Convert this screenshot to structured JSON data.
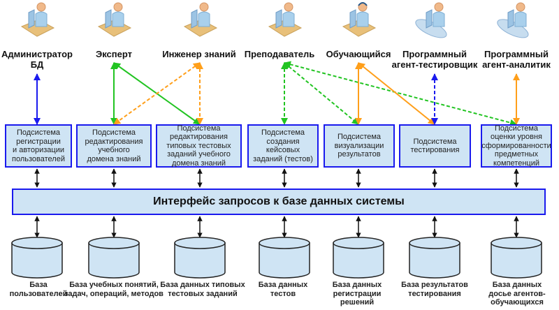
{
  "actors": [
    {
      "id": "admin",
      "label_line1": "Администратор",
      "label_line2": "БД",
      "icon": "user-at-desk-icon"
    },
    {
      "id": "expert",
      "label_line1": "Эксперт",
      "label_line2": "",
      "icon": "user-at-desk-icon"
    },
    {
      "id": "engineer",
      "label_line1": "Инженер знаний",
      "label_line2": "",
      "icon": "user-at-desk-icon"
    },
    {
      "id": "teacher",
      "label_line1": "Преподаватель",
      "label_line2": "",
      "icon": "user-at-desk-icon"
    },
    {
      "id": "learner",
      "label_line1": "Обучающийся",
      "label_line2": "",
      "icon": "user-with-headset-icon"
    },
    {
      "id": "agent-tester",
      "label_line1": "Программный",
      "label_line2": "агент-тестировщик",
      "icon": "software-agent-icon"
    },
    {
      "id": "agent-analyst",
      "label_line1": "Программный",
      "label_line2": "агент-аналитик",
      "icon": "software-agent-icon"
    }
  ],
  "subsystems": [
    {
      "id": "s1",
      "lines": [
        "Подсистема",
        "регистрации",
        "и авторизации",
        "пользователей"
      ]
    },
    {
      "id": "s2",
      "lines": [
        "Подсистема",
        "редактирования",
        "учебного",
        "домена знаний"
      ]
    },
    {
      "id": "s3",
      "lines": [
        "Подсистема",
        "редактирования",
        "типовых тестовых",
        "заданий учебного",
        "домена знаний"
      ]
    },
    {
      "id": "s4",
      "lines": [
        "Подсистема",
        "создания кейсовых",
        "заданий (тестов)"
      ]
    },
    {
      "id": "s5",
      "lines": [
        "Подсистема",
        "визуализации",
        "результатов"
      ]
    },
    {
      "id": "s6",
      "lines": [
        "Подсистема",
        "тестирования"
      ]
    },
    {
      "id": "s7",
      "lines": [
        "Подсистема",
        "оценки уровня",
        "сформированности",
        "предметных",
        "компетенций"
      ]
    }
  ],
  "interface": {
    "label": "Интерфейс запросов к базе данных системы"
  },
  "databases": [
    {
      "id": "d1",
      "lines": [
        "База",
        "пользователей"
      ]
    },
    {
      "id": "d2",
      "lines": [
        "База учебных понятий,",
        "задач, операций, методов"
      ]
    },
    {
      "id": "d3",
      "lines": [
        "База данных типовых",
        "тестовых заданий"
      ]
    },
    {
      "id": "d4",
      "lines": [
        "База данных",
        "тестов"
      ]
    },
    {
      "id": "d5",
      "lines": [
        "База данных",
        "регистрации",
        "решений"
      ]
    },
    {
      "id": "d6",
      "lines": [
        "База результатов",
        "тестирования"
      ]
    },
    {
      "id": "d7",
      "lines": [
        "База данных",
        "досье агентов-",
        "обучающихся"
      ]
    }
  ],
  "links": [
    {
      "from": "admin",
      "to": "s1",
      "color": "#1a1aee",
      "style": "solid"
    },
    {
      "from": "expert",
      "to": "s2",
      "color": "#22c422",
      "style": "solid"
    },
    {
      "from": "expert",
      "to": "s3",
      "color": "#22c422",
      "style": "solid"
    },
    {
      "from": "engineer",
      "to": "s2",
      "color": "#ff9f1a",
      "style": "dashed"
    },
    {
      "from": "engineer",
      "to": "s3",
      "color": "#ff9f1a",
      "style": "dashed"
    },
    {
      "from": "teacher",
      "to": "s4",
      "color": "#22c422",
      "style": "dashed"
    },
    {
      "from": "teacher",
      "to": "s5",
      "color": "#22c422",
      "style": "dashed"
    },
    {
      "from": "teacher",
      "to": "s7",
      "color": "#22c422",
      "style": "dashed"
    },
    {
      "from": "learner",
      "to": "s5",
      "color": "#ff9f1a",
      "style": "solid"
    },
    {
      "from": "learner",
      "to": "s6",
      "color": "#ff9f1a",
      "style": "solid"
    },
    {
      "from": "agent-tester",
      "to": "s6",
      "color": "#1a1aee",
      "style": "dashed"
    },
    {
      "from": "agent-analyst",
      "to": "s7",
      "color": "#ff9f1a",
      "style": "solid"
    }
  ],
  "colors": {
    "box_fill": "#cfe4f4",
    "box_border": "#1a1aee",
    "db_fill": "#cfe4f4",
    "db_stroke": "#222222"
  }
}
